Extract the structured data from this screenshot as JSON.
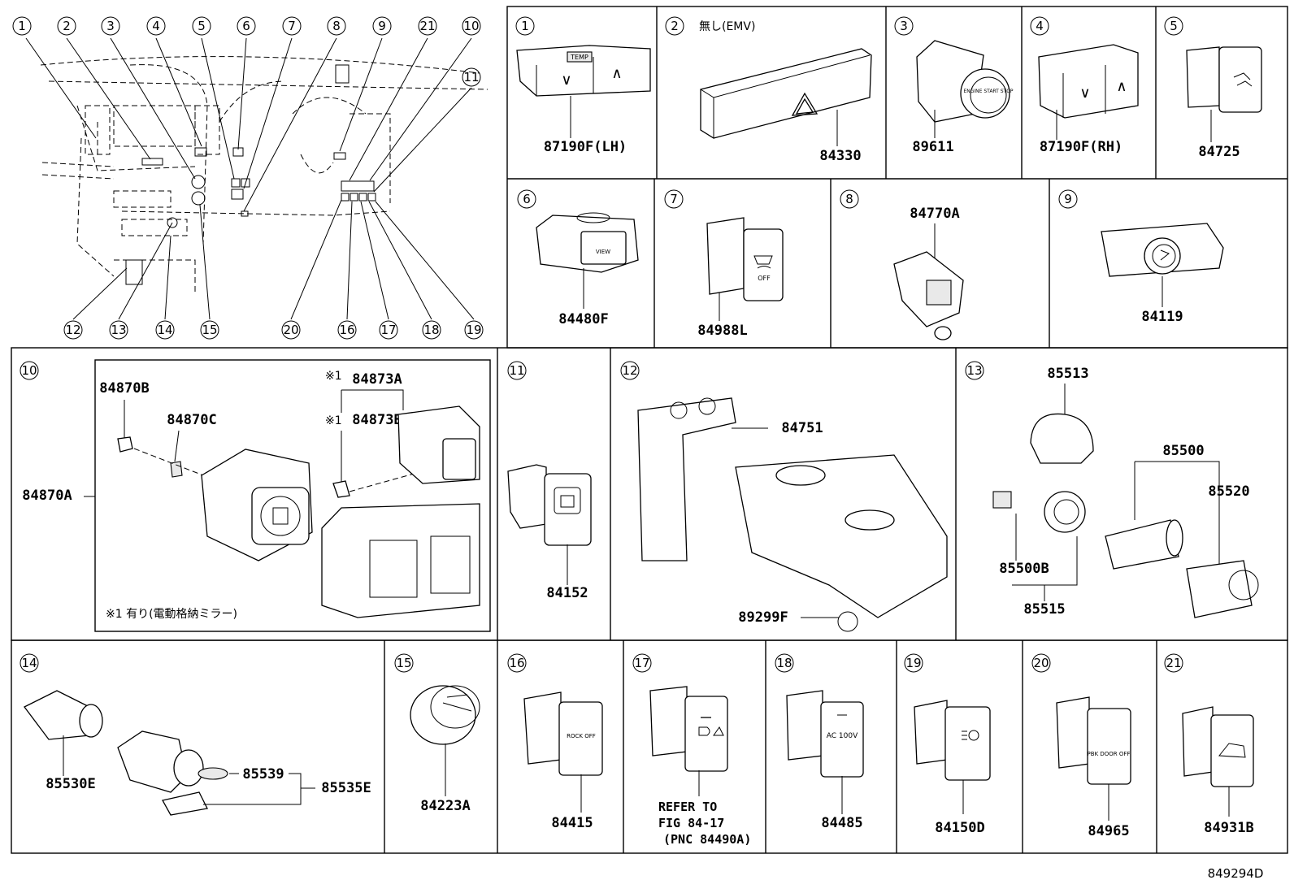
{
  "figure_id": "849294D",
  "note_mark": "※1",
  "note_text": "※1 有り(電動格納ミラー)",
  "overview_callouts": [
    "1",
    "2",
    "3",
    "4",
    "5",
    "6",
    "7",
    "8",
    "9",
    "21",
    "10",
    "11",
    "12",
    "13",
    "14",
    "15",
    "20",
    "16",
    "17",
    "18",
    "19"
  ],
  "panels": [
    {
      "index": "1",
      "label": "",
      "parts": [
        "87190F(LH)"
      ]
    },
    {
      "index": "2",
      "label": "無し(EMV)",
      "parts": [
        "84330"
      ]
    },
    {
      "index": "3",
      "label": "",
      "parts": [
        "89611"
      ]
    },
    {
      "index": "4",
      "label": "",
      "parts": [
        "87190F(RH)"
      ]
    },
    {
      "index": "5",
      "label": "",
      "parts": [
        "84725"
      ]
    },
    {
      "index": "6",
      "label": "",
      "parts": [
        "84480F"
      ]
    },
    {
      "index": "7",
      "label": "",
      "parts": [
        "84988L"
      ]
    },
    {
      "index": "8",
      "label": "",
      "parts": [
        "84770A"
      ]
    },
    {
      "index": "9",
      "label": "",
      "parts": [
        "84119"
      ]
    },
    {
      "index": "10",
      "label": "",
      "parts": [
        "84870B",
        "84870C",
        "84873A",
        "84873B",
        "84870A"
      ]
    },
    {
      "index": "11",
      "label": "",
      "parts": [
        "84152"
      ]
    },
    {
      "index": "12",
      "label": "",
      "parts": [
        "84751",
        "89299F"
      ]
    },
    {
      "index": "13",
      "label": "",
      "parts": [
        "85513",
        "85500",
        "85520",
        "85500B",
        "85515"
      ]
    },
    {
      "index": "14",
      "label": "",
      "parts": [
        "85530E",
        "85539",
        "85535E"
      ]
    },
    {
      "index": "15",
      "label": "",
      "parts": [
        "84223A"
      ]
    },
    {
      "index": "16",
      "label": "",
      "parts": [
        "84415"
      ]
    },
    {
      "index": "17",
      "label": "",
      "parts": [],
      "refer": [
        "REFER TO",
        "FIG 84-17",
        "(PNC 84490A)"
      ]
    },
    {
      "index": "18",
      "label": "",
      "parts": [
        "84485"
      ]
    },
    {
      "index": "19",
      "label": "",
      "parts": [
        "84150D"
      ]
    },
    {
      "index": "20",
      "label": "",
      "parts": [
        "84965"
      ]
    },
    {
      "index": "21",
      "label": "",
      "parts": [
        "84931B"
      ]
    }
  ],
  "switch_texts": {
    "temp": "TEMP",
    "engine": "ENGINE START STOP",
    "view": "VIEW",
    "trc_off": "OFF",
    "rock_off": "ROCK OFF",
    "ac": "AC 100V",
    "pbk_door_off": "PBK DOOR OFF",
    "up_arrow": "∧",
    "down_arrow": "∨"
  },
  "icons": [
    "hazard-triangle-icon",
    "mirror-control-icon",
    "headlight-level-icon",
    "vsc-off-icon",
    "parking-assist-icon",
    "back-door-icon"
  ]
}
